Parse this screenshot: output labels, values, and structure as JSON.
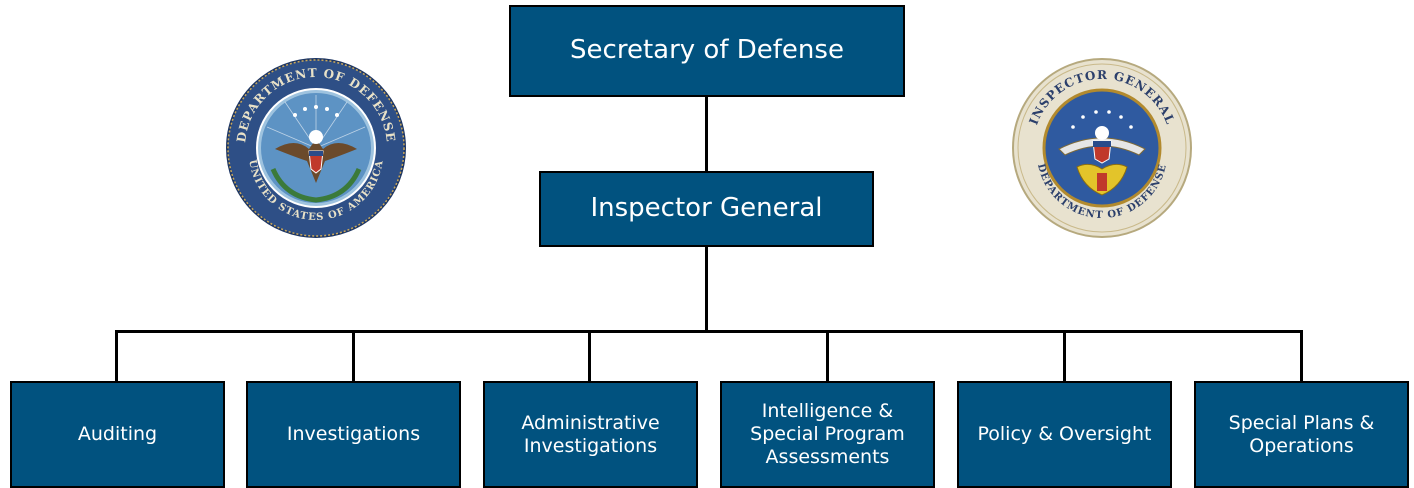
{
  "org_chart": {
    "root": {
      "label": "Secretary of Defense"
    },
    "second": {
      "label": "Inspector General"
    },
    "children": [
      {
        "label": "Auditing"
      },
      {
        "label": "Investigations"
      },
      {
        "label": "Administrative\nInvestigations"
      },
      {
        "label": "Intelligence &\nSpecial Program\nAssessments"
      },
      {
        "label": "Policy & Oversight"
      },
      {
        "label": "Special Plans &\nOperations"
      }
    ]
  },
  "seals": {
    "left": {
      "name": "Department of Defense seal",
      "ring_text": "DEPARTMENT OF DEFENSE • UNITED STATES OF AMERICA",
      "icon": "dod-seal-icon"
    },
    "right": {
      "name": "Inspector General seal",
      "ring_text": "INSPECTOR GENERAL • DEPARTMENT OF DEFENSE",
      "icon": "dodig-seal-icon"
    }
  },
  "colors": {
    "box_fill": "#01527f",
    "box_border": "#000000",
    "text": "#ffffff"
  }
}
